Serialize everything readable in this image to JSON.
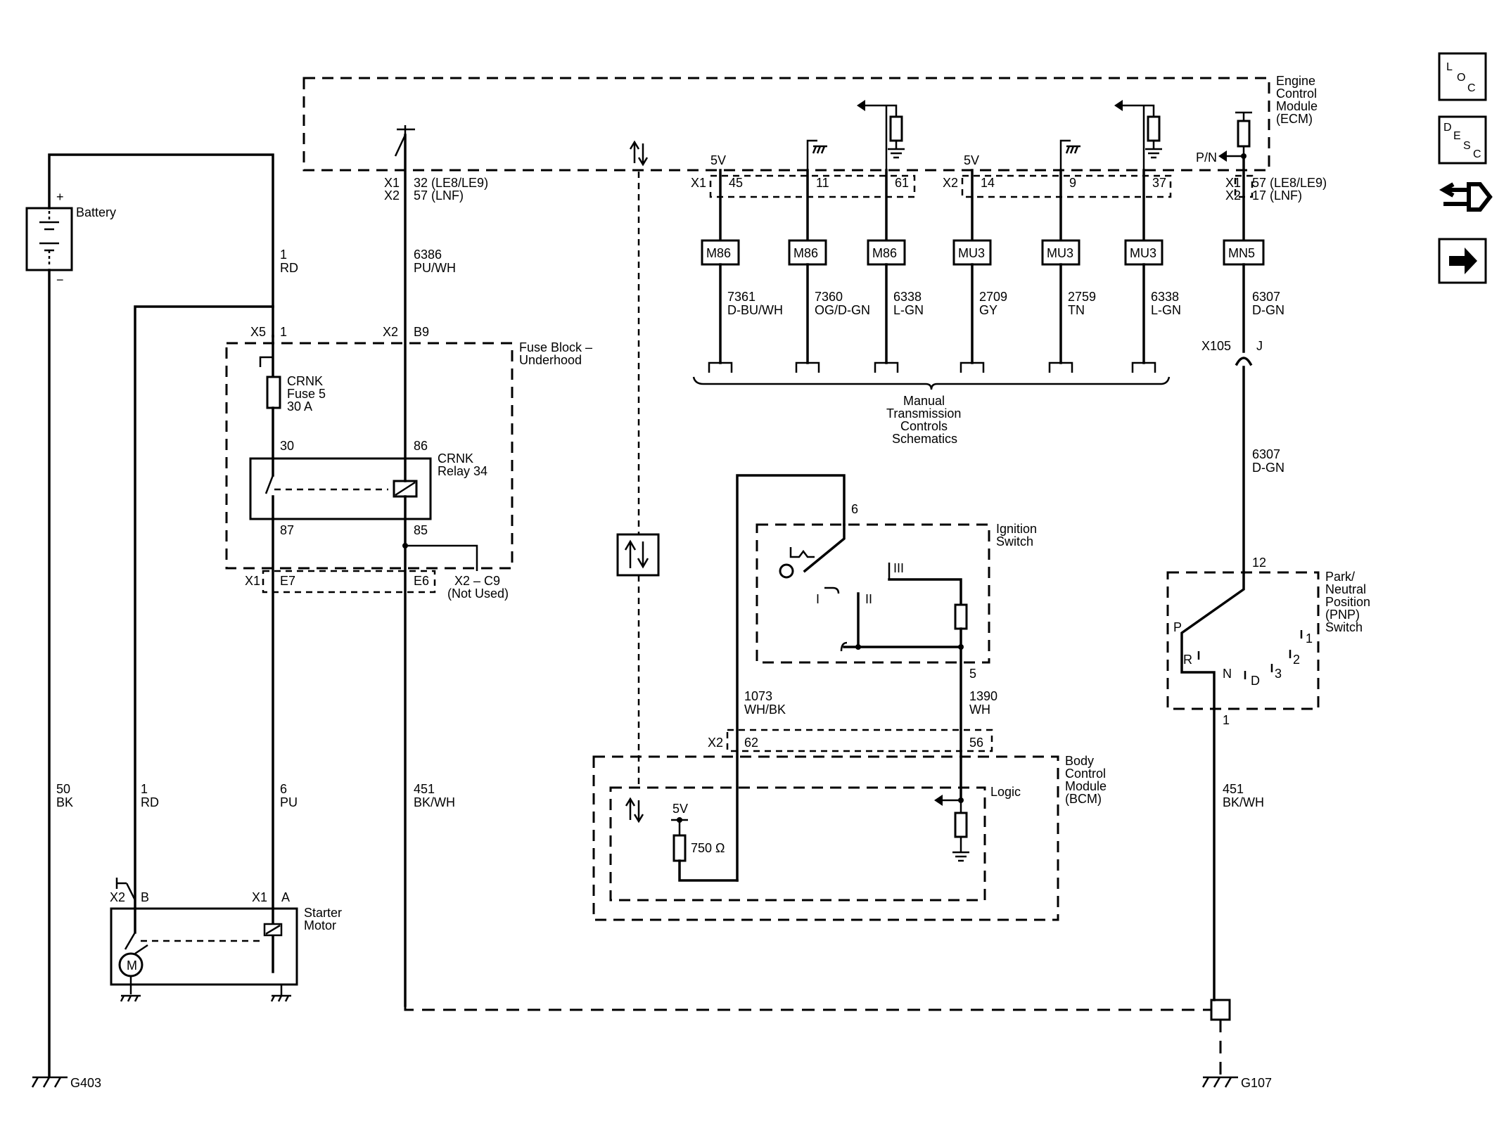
{
  "nav": {
    "loc": "LOC",
    "desc": "DESC"
  },
  "ecm": {
    "title": [
      "Engine",
      "Control",
      "Module",
      "(ECM)"
    ]
  },
  "battery": {
    "title": "Battery",
    "plus": "+",
    "minus": "−"
  },
  "fuse_block": {
    "title": [
      "Fuse Block –",
      "Underhood"
    ],
    "fuse": [
      "CRNK",
      "Fuse 5",
      "30 A"
    ],
    "relay": [
      "CRNK",
      "Relay 34"
    ],
    "pins": {
      "p30": "30",
      "p86": "86",
      "p87": "87",
      "p85": "85"
    },
    "x5": "X5",
    "x5_pin": "1",
    "x2": "X2",
    "x2_pin": "B9",
    "x1": "X1",
    "e7": "E7",
    "e6": "E6",
    "not_used": [
      "X2 – C9",
      "(Not Used)"
    ]
  },
  "ecm_conn": {
    "x1": "X1",
    "x2": "X2",
    "crank_pins": [
      "32 (LE8/LE9)",
      "57 (LNF)"
    ],
    "pn_pins": [
      "57 (LE8/LE9)",
      "17 (LNF)"
    ],
    "pins": [
      "45",
      "11",
      "61",
      "14",
      "9",
      "37"
    ],
    "v5a": "5V",
    "v5b": "5V",
    "pn": "P/N"
  },
  "wires": {
    "batt_feed": [
      "1",
      "RD"
    ],
    "crank_out": [
      "6386",
      "PU/WH"
    ],
    "gnd_batt": [
      "50",
      "BK"
    ],
    "starter_b": [
      "1",
      "RD"
    ],
    "starter_a": [
      "6",
      "PU"
    ],
    "ecm_gnd": [
      "451",
      "BK/WH"
    ],
    "pnp_sig_top": [
      "6307",
      "D-GN"
    ],
    "pnp_sig_mid": [
      "6307",
      "D-GN"
    ],
    "pnp_gnd": [
      "451",
      "BK/WH"
    ],
    "ign": [
      "1073",
      "WH/BK"
    ],
    "ign2": [
      "1390",
      "WH"
    ]
  },
  "mt": {
    "labels": [
      "M86",
      "M86",
      "M86",
      "MU3",
      "MU3",
      "MU3"
    ],
    "wires": [
      [
        "7361",
        "D-BU/WH"
      ],
      [
        "7360",
        "OG/D-GN"
      ],
      [
        "6338",
        "L-GN"
      ],
      [
        "2709",
        "GY"
      ],
      [
        "2759",
        "TN"
      ],
      [
        "6338",
        "L-GN"
      ]
    ],
    "title": [
      "Manual",
      "Transmission",
      "Controls",
      "Schematics"
    ]
  },
  "mn5": "MN5",
  "x105": {
    "conn": "X105",
    "pin": "J"
  },
  "ignition": {
    "title": [
      "Ignition",
      "Switch"
    ],
    "pin6": "6",
    "pin5": "5",
    "i": "I",
    "ii": "II",
    "iii": "III"
  },
  "bcm": {
    "title": [
      "Body",
      "Control",
      "Module",
      "(BCM)"
    ],
    "logic": "Logic",
    "v5": "5V",
    "res": "750 Ω",
    "x2": "X2",
    "pin62": "62",
    "pin56": "56"
  },
  "pnp": {
    "title": [
      "Park/",
      "Neutral",
      "Position",
      "(PNP)",
      "Switch"
    ],
    "pin12": "12",
    "pin1": "1",
    "pos": [
      "P",
      "R",
      "N",
      "D",
      "3",
      "2",
      "1"
    ]
  },
  "starter": {
    "title": [
      "Starter",
      "Motor"
    ],
    "x2": "X2",
    "b": "B",
    "x1": "X1",
    "a": "A",
    "m": "M"
  },
  "grounds": {
    "left": "G403",
    "right": "G107"
  }
}
